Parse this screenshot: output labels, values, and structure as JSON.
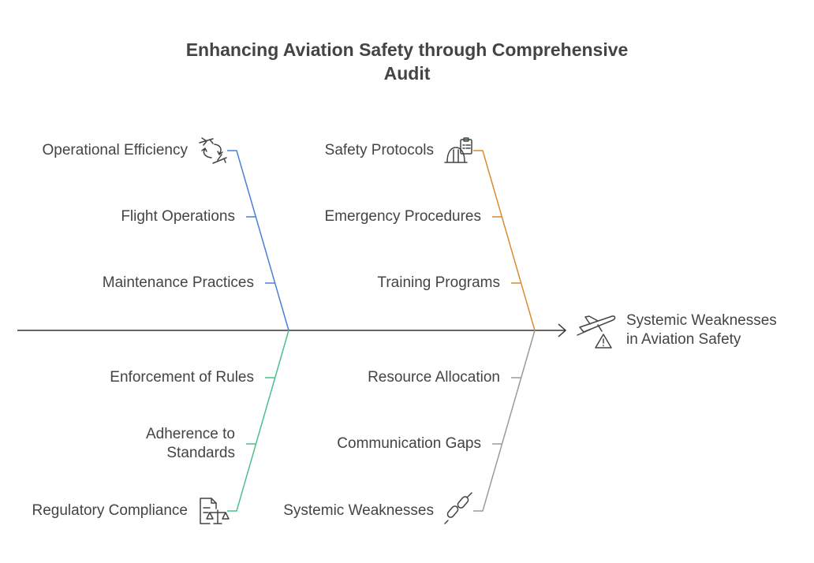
{
  "title_lines": [
    "Enhancing Aviation Safety through Comprehensive",
    "Audit"
  ],
  "effect": {
    "lines": [
      "Systemic Weaknesses",
      "in Aviation Safety"
    ],
    "icon": "airplane-warning-icon"
  },
  "bones": {
    "operations": {
      "color": "#4a7fd6",
      "head": {
        "label": "Operational Efficiency",
        "icon": "planes-exchange-icon"
      },
      "causes": [
        "Flight Operations",
        "Maintenance Practices"
      ]
    },
    "safety": {
      "color": "#d98a33",
      "head": {
        "label": "Safety Protocols",
        "icon": "hardhat-clipboard-icon"
      },
      "causes": [
        "Emergency Procedures",
        "Training Programs"
      ]
    },
    "regulatory": {
      "color": "#4cbf8a",
      "head": {
        "label": "Regulatory Compliance",
        "icon": "document-scales-icon"
      },
      "causes": [
        "Enforcement of Rules",
        [
          "Adherence to",
          "Standards"
        ]
      ]
    },
    "systemic": {
      "color": "#9a9a9a",
      "head": {
        "label": "Systemic Weaknesses",
        "icon": "broken-chain-icon"
      },
      "causes": [
        "Resource Allocation",
        "Communication Gaps"
      ]
    }
  }
}
